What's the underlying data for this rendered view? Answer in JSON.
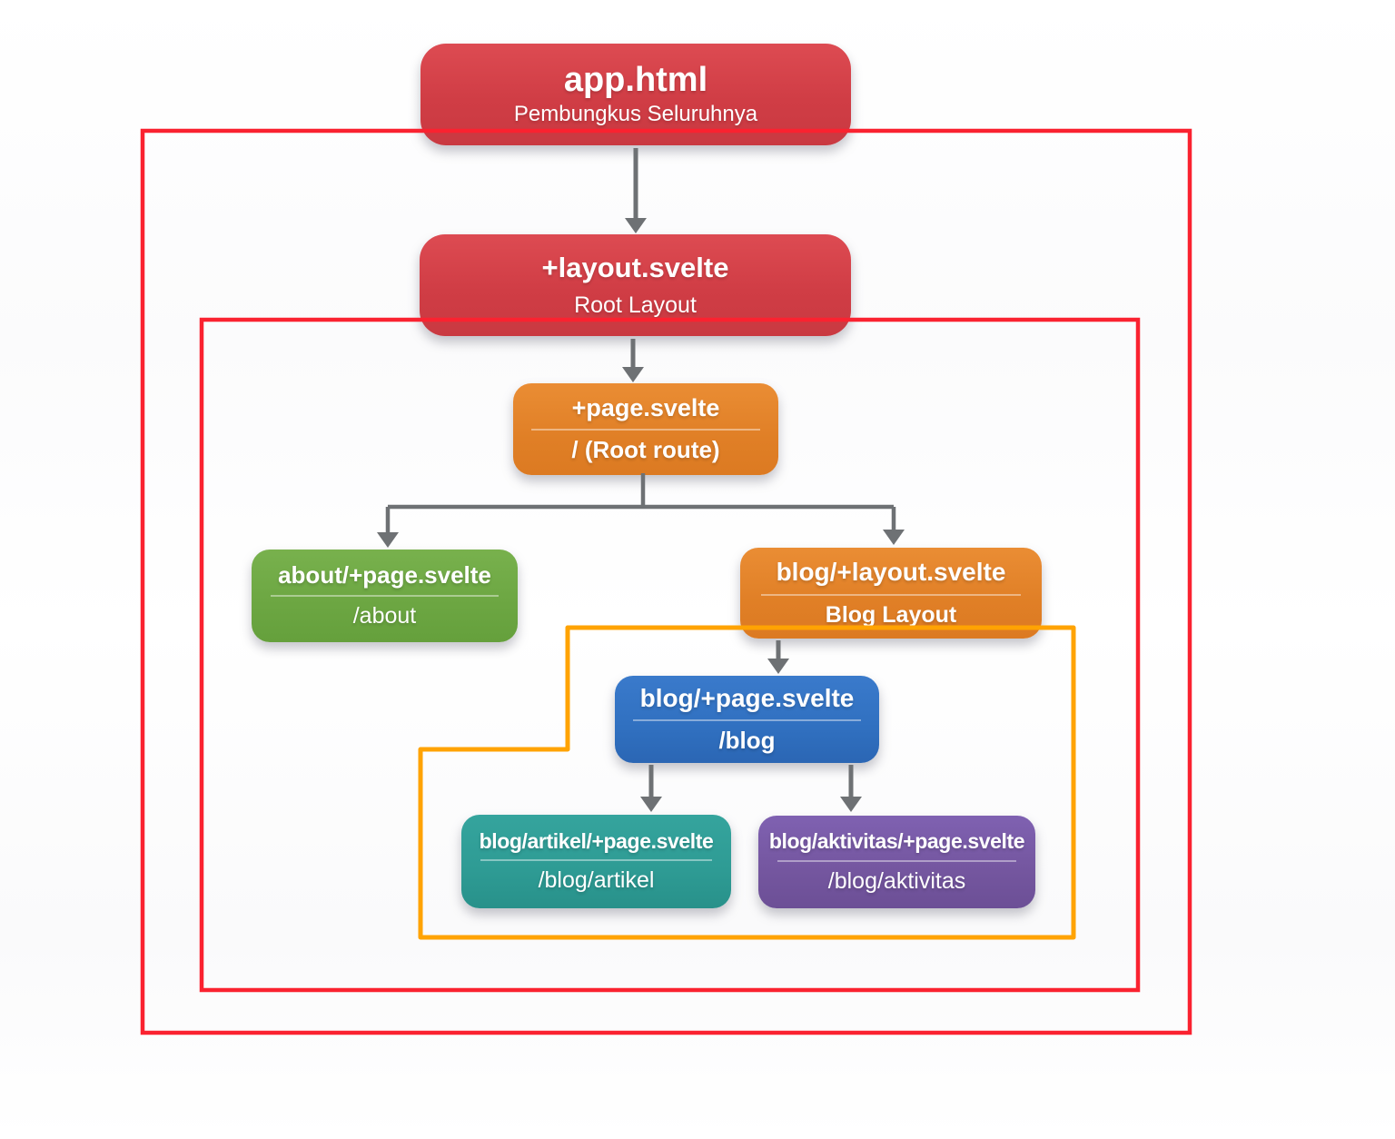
{
  "diagram": {
    "description_nodes": [
      {
        "id": "app-html",
        "title": "app.html",
        "subtitle": "Pembungkus Seluruhnya",
        "color": "#d4414a"
      },
      {
        "id": "root-layout",
        "title": "+layout.svelte",
        "subtitle": "Root Layout",
        "color": "#d4414a"
      },
      {
        "id": "root-page",
        "title": "+page.svelte",
        "subtitle": "/ (Root route)",
        "color": "#e3832c"
      },
      {
        "id": "about-page",
        "title": "about/+page.svelte",
        "subtitle": "/about",
        "color": "#6ca642"
      },
      {
        "id": "blog-layout",
        "title": "blog/+layout.svelte",
        "subtitle": "Blog Layout",
        "color": "#e3832c"
      },
      {
        "id": "blog-page",
        "title": "blog/+page.svelte",
        "subtitle": "/blog",
        "color": "#3070c0"
      },
      {
        "id": "blog-artikel-page",
        "title": "blog/artikel/+page.svelte",
        "subtitle": "/blog/artikel",
        "color": "#2e9b94"
      },
      {
        "id": "blog-aktivitas-page",
        "title": "blog/aktivitas/+page.svelte",
        "subtitle": "/blog/aktivitas",
        "color": "#74569f"
      }
    ],
    "colors": {
      "red_border": "#fa2230",
      "orange_border": "#ffa303",
      "arrow": "#6e7174"
    }
  }
}
